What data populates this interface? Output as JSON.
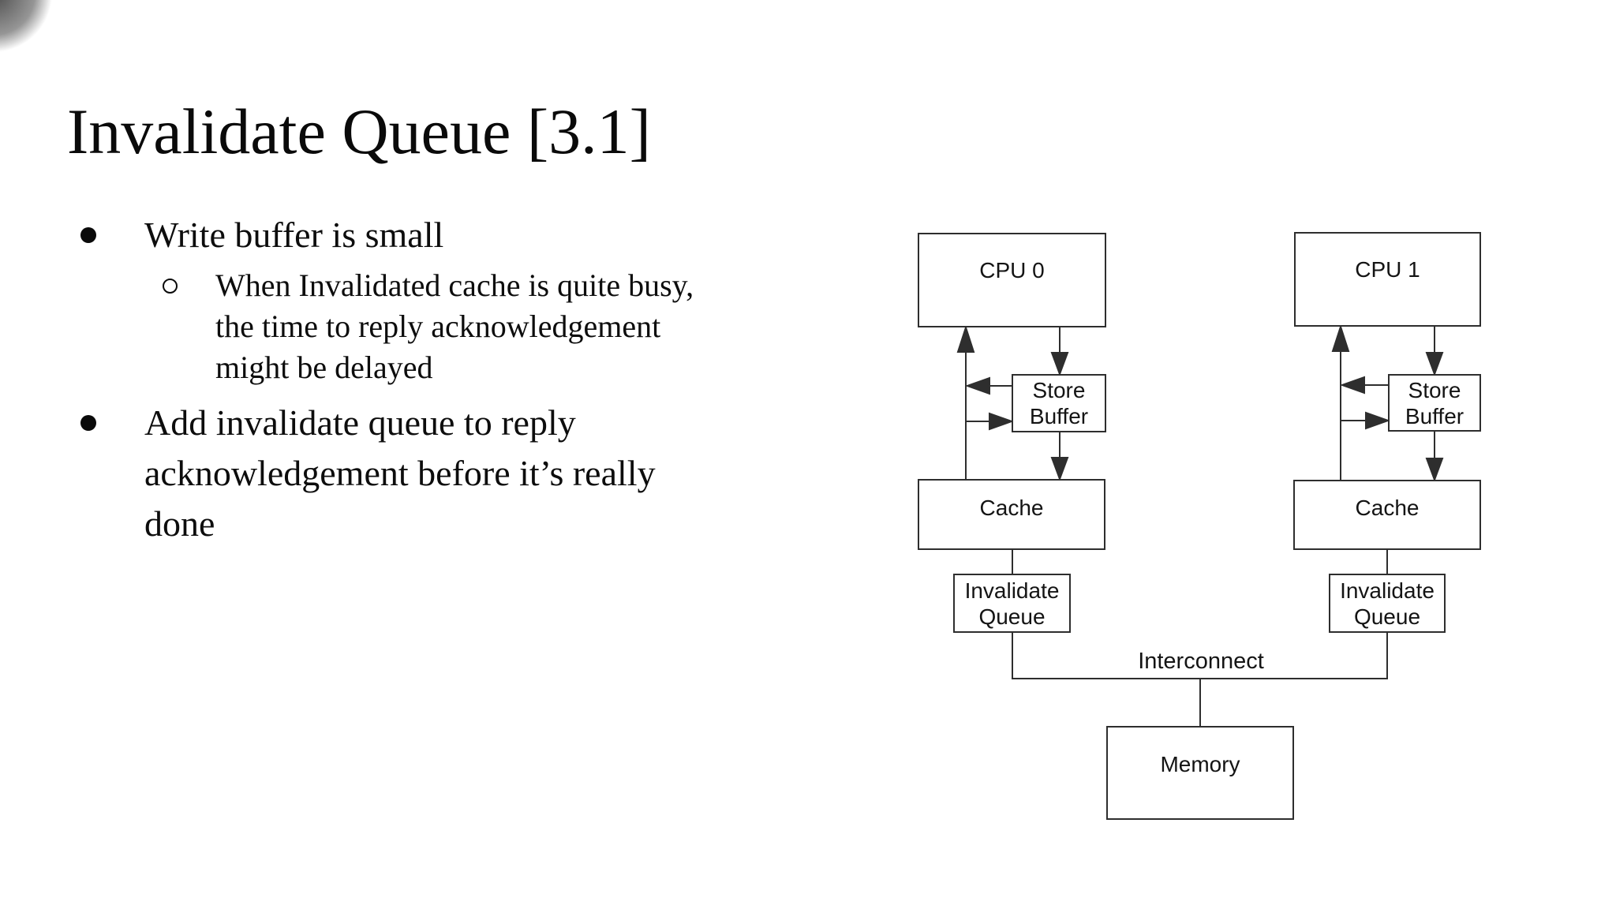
{
  "slide": {
    "title": "Invalidate Queue [3.1]",
    "bullets": {
      "b1": {
        "lines": [
          "Write buffer is small"
        ]
      },
      "b1_sub": {
        "lines": [
          "When Invalidated cache is quite busy,",
          "the time to reply acknowledgement",
          "might be delayed"
        ]
      },
      "b2": {
        "lines": [
          "Add invalidate queue to reply",
          "acknowledgement before it’s really",
          "done"
        ]
      }
    }
  },
  "diagram": {
    "cpu0": "CPU 0",
    "cpu1": "CPU 1",
    "store_buffer": "Store Buffer",
    "cache": "Cache",
    "invalidate_queue": "Invalidate Queue",
    "interconnect": "Interconnect",
    "memory": "Memory",
    "line_color": "#2e2e2e",
    "background_color": "#ffffff"
  }
}
